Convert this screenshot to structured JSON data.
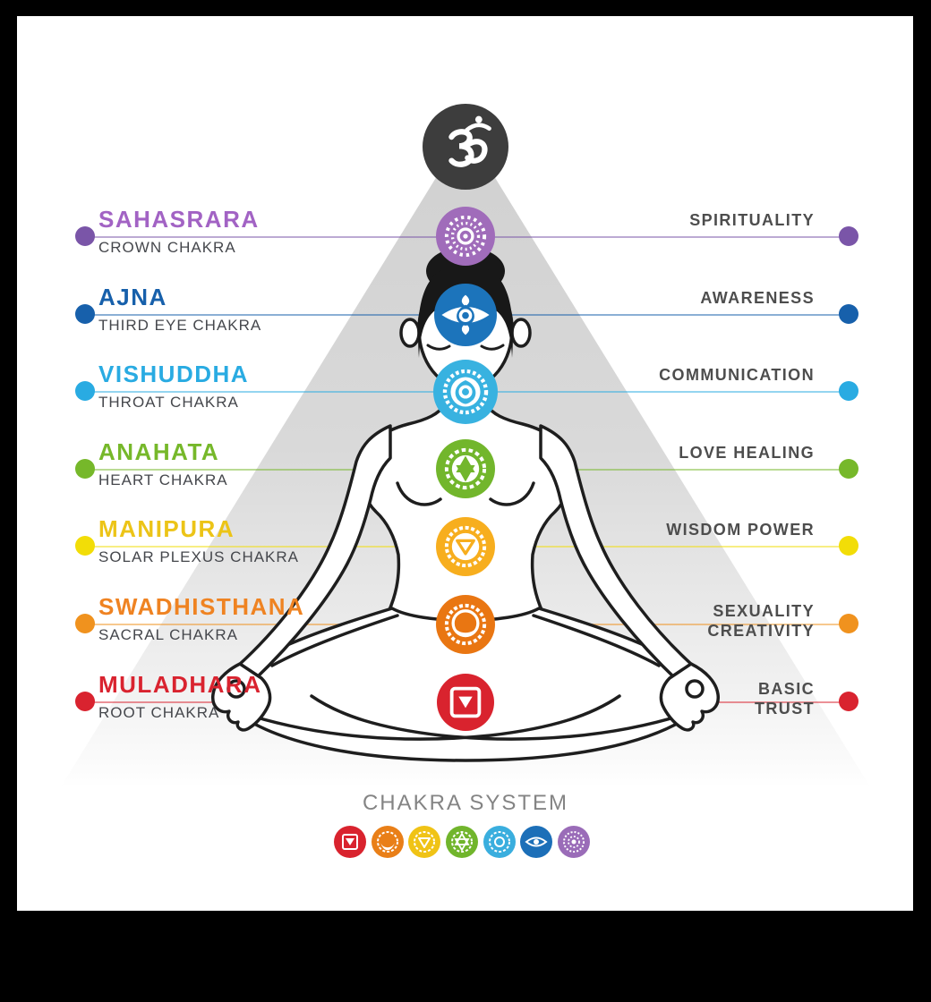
{
  "poster": {
    "om_symbol": "Om (Aum) sign",
    "chakras": [
      {
        "name": "SAHASRARA",
        "subtitle": "CROWN CHAKRA",
        "quality": "SPIRITUALITY",
        "title_color": "#a263c4",
        "accent": "#7a55a8",
        "body": "#a06cba"
      },
      {
        "name": "AJNA",
        "subtitle": "THIRD EYE CHAKRA",
        "quality": "AWARENESS",
        "title_color": "#1760ab",
        "accent": "#1760ab",
        "body": "#1c74bb"
      },
      {
        "name": "VISHUDDHA",
        "subtitle": "THROAT CHAKRA",
        "quality": "COMMUNICATION",
        "title_color": "#29abe2",
        "accent": "#29abe2",
        "body": "#38b2e0"
      },
      {
        "name": "ANAHATA",
        "subtitle": "HEART CHAKRA",
        "quality": "LOVE HEALING",
        "title_color": "#76b82a",
        "accent": "#76b82a",
        "body": "#72b62c"
      },
      {
        "name": "MANIPURA",
        "subtitle": "SOLAR PLEXUS CHAKRA",
        "quality": "WISDOM POWER",
        "title_color": "#ecc417",
        "accent": "#f2dd07",
        "body": "#f7ae1e"
      },
      {
        "name": "SWADHISTHANA",
        "subtitle": "SACRAL CHAKRA",
        "quality": "SEXUALITY",
        "quality_line2": "CREATIVITY",
        "title_color": "#ef8322",
        "accent": "#f0921e",
        "body": "#e97612"
      },
      {
        "name": "MULADHARA",
        "subtitle": "ROOT CHAKRA",
        "quality": "BASIC",
        "quality_line2": "TRUST",
        "title_color": "#d9232f",
        "accent": "#d9232f",
        "body": "#d9232e"
      }
    ],
    "footer": {
      "title": "CHAKRA SYSTEM",
      "icons": [
        {
          "name": "muladhara-root-icon",
          "color": "#d9232e"
        },
        {
          "name": "swadhisthana-sacral-icon",
          "color": "#e97f18"
        },
        {
          "name": "manipura-solar-plexus-icon",
          "color": "#f0c316"
        },
        {
          "name": "anahata-heart-icon",
          "color": "#71b52c"
        },
        {
          "name": "vishuddha-throat-icon",
          "color": "#3aaede"
        },
        {
          "name": "ajna-third-eye-icon",
          "color": "#1c6fb8"
        },
        {
          "name": "sahasrara-crown-icon",
          "color": "#9a6cb8"
        }
      ]
    }
  }
}
